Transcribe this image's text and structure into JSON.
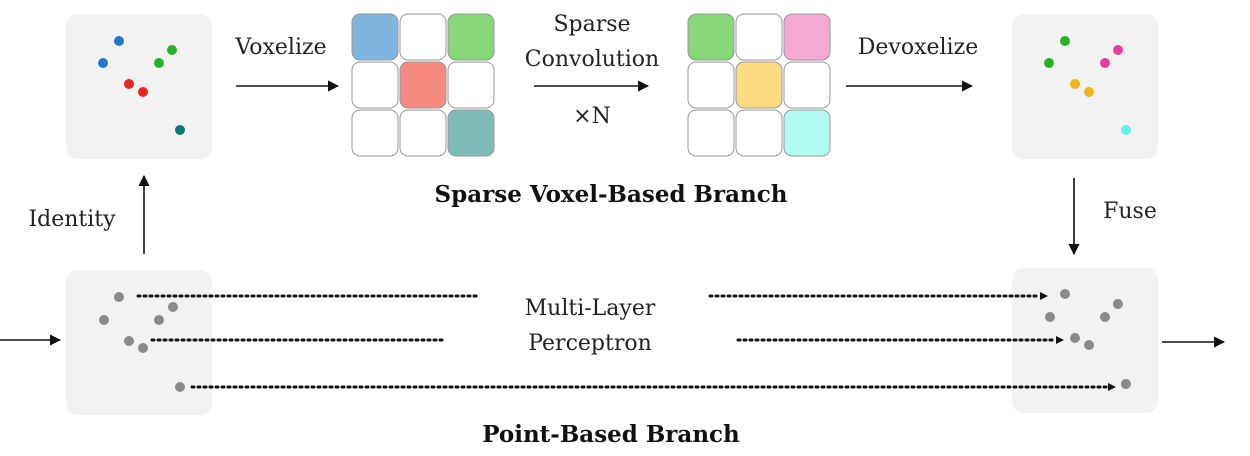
{
  "labels": {
    "voxelize": "Voxelize",
    "sparse_line1": "Sparse",
    "sparse_line2": "Convolution",
    "times_n": "×N",
    "devoxelize": "Devoxelize",
    "identity": "Identity",
    "fuse": "Fuse",
    "mlp_line1": "Multi-Layer",
    "mlp_line2": "Perceptron",
    "voxel_branch": "Sparse Voxel-Based Branch",
    "point_branch": "Point-Based Branch"
  },
  "colors": {
    "panel": "#f2f2f2",
    "gray_point": "#8a8a8a",
    "cell_border": "#999999",
    "voxel_left": [
      "#7fb5dc",
      "#ffffff",
      "#88d879",
      "#ffffff",
      "#f48a80",
      "#ffffff",
      "#ffffff",
      "#ffffff",
      "#7fbcb9"
    ],
    "voxel_right": [
      "#88d879",
      "#ffffff",
      "#f4a8d4",
      "#ffffff",
      "#fbdc80",
      "#ffffff",
      "#ffffff",
      "#ffffff",
      "#b2fbf3"
    ],
    "input_points": [
      "#1f78c8",
      "#1f78c8",
      "#22b422",
      "#22b422",
      "#e8281e",
      "#e8281e",
      "#0f7878"
    ],
    "output_points": [
      "#22b422",
      "#22b422",
      "#e63c9c",
      "#e63c9c",
      "#f0b414",
      "#f0b414",
      "#64f0e6"
    ]
  }
}
